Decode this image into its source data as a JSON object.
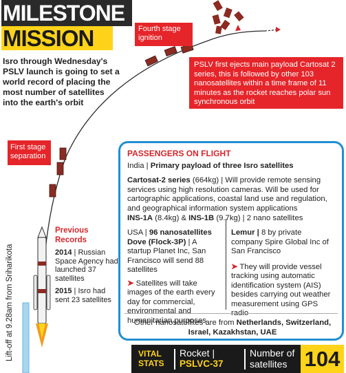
{
  "headline": {
    "line1": "MILESTONE",
    "line2": "MISSION"
  },
  "intro": "Isro through Wednesday's PSLV launch is going to set a world record of placing the most number of satellites into the earth's orbit",
  "callouts": {
    "fourth_stage": "Fourth stage ignition",
    "first_stage": "First stage separation",
    "pslv": "PSLV first ejects main payload Cartosat 2 series, this is followed by other 103 nanosatellites within a time frame of 11 minutes as the rocket reaches polar sun synchronous orbit"
  },
  "previous_records": {
    "title": "Previous Records",
    "items": [
      {
        "year": "2014",
        "text": "Russian Space Agency had launched 37 satellites"
      },
      {
        "year": "2015",
        "text": "Isro had sent 23 satellites"
      }
    ]
  },
  "liftoff": "Lift-off at 9.28am from Sriharikota",
  "passengers": {
    "title": "PASSENGERS ON FLIGHT",
    "india_prefix": "India | ",
    "india_bold": "Primary payload of three Isro satellites",
    "cartosat_name": "Cartosat-2 series",
    "cartosat_rest": " (664kg) | Will provide remote sensing services using high resolution cameras. Will be used for cartographic applications, coastal land use and regulation, and geographical information system applications",
    "ins1a": "INS-1A",
    "ins1a_w": " (8.4kg) & ",
    "ins1b": "INS-1B",
    "ins1b_rest": " (9.7kg) | 2 nano satellites",
    "usa_prefix": "USA | ",
    "usa_bold": "96 nanosatellites",
    "dove_name": "Dove (Flock-3P)",
    "dove_rest": " | A startup Planet Inc, San Francisco will send 88 satellites",
    "dove_note": "Satellites will take images of the earth every day for commercial, environmental and humanitarian purposes",
    "lemur_name": "Lemur |",
    "lemur_rest": " 8 by private company Spire Global Inc of San Francisco",
    "lemur_note": "They will provide vessel tracking using automatic identification system (AIS) besides carrying out weather measurement using GPS radio",
    "others_prefix": "Other nanosatellites are from ",
    "others_bold": "Netherlands, Switzerland, Israel, Kazakhstan, UAE"
  },
  "vital": {
    "label_line1": "VITAL",
    "label_line2": "STATS",
    "rocket_label": "Rocket |",
    "rocket_value": "PSLVC-37",
    "number_line1": "Number of",
    "number_line2": "satellites",
    "count": "104"
  },
  "colors": {
    "accent_red": "#e5252a",
    "yellow": "#ffd31a",
    "blue_border": "#1f8fd1",
    "dark": "#1a1a1a"
  }
}
